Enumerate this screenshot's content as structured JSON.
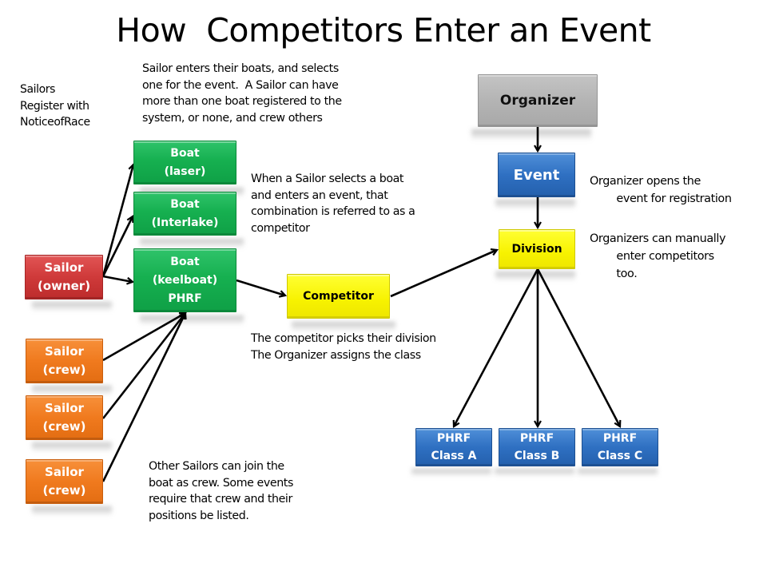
{
  "title": "How  Competitors Enter an Event",
  "notes": {
    "sailors_register": "Sailors\nRegister with\nNoticeofRace",
    "boats_intro": "Sailor enters their boats, and selects\none for the event.  A Sailor can have\nmore than one boat registered to the\nsystem, or none, and crew others",
    "competitor_def": "When a Sailor selects a boat\nand enters an event, that\ncombination is referred to as a\ncompetitor",
    "division_pick": "The competitor picks their division\nThe Organizer assigns the class",
    "organizer_opens": "Organizer opens the\n        event for registration",
    "organizer_manual": "Organizers can manually\n        enter competitors\n        too.",
    "crew_join": "Other Sailors can join the\nboat as crew. Some events\nrequire that crew and their\npositions be listed."
  },
  "nodes": {
    "sailor_owner": "Sailor\n(owner)",
    "crew_1": "Sailor\n(crew)",
    "crew_2": "Sailor\n(crew)",
    "crew_3": "Sailor\n(crew)",
    "boat_laser": "Boat\n(laser)",
    "boat_interlake": "Boat\n(Interlake)",
    "boat_keelboat": "Boat\n(keelboat)\nPHRF",
    "competitor": "Competitor",
    "organizer": "Organizer",
    "event": "Event",
    "division": "Division",
    "class_a": "PHRF\nClass A",
    "class_b": "PHRF\nClass B",
    "class_c": "PHRF\nClass C"
  },
  "colors": {
    "sailor_owner": "#cf3a3a",
    "sailor_crew": "#f07a1e",
    "boat": "#16b050",
    "competitor": "#f7f200",
    "division": "#f7f200",
    "organizer": "#b4b4b4",
    "event": "#2f70c2",
    "class": "#2f70c2"
  },
  "edges": [
    {
      "from": "sailor_owner",
      "to": "boat_laser"
    },
    {
      "from": "sailor_owner",
      "to": "boat_interlake"
    },
    {
      "from": "sailor_owner",
      "to": "boat_keelboat"
    },
    {
      "from": "crew_1",
      "to": "boat_keelboat"
    },
    {
      "from": "crew_2",
      "to": "boat_keelboat"
    },
    {
      "from": "crew_3",
      "to": "boat_keelboat"
    },
    {
      "from": "boat_keelboat",
      "to": "competitor"
    },
    {
      "from": "competitor",
      "to": "division"
    },
    {
      "from": "organizer",
      "to": "event"
    },
    {
      "from": "event",
      "to": "division"
    },
    {
      "from": "division",
      "to": "class_a"
    },
    {
      "from": "division",
      "to": "class_b"
    },
    {
      "from": "division",
      "to": "class_c"
    }
  ]
}
